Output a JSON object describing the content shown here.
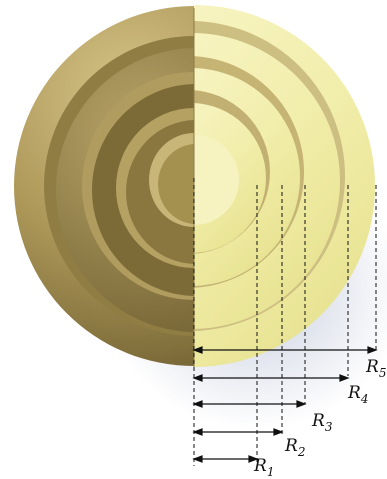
{
  "figure": {
    "labels": {
      "r1": {
        "letter": "R",
        "sub": "1"
      },
      "r2": {
        "letter": "R",
        "sub": "2"
      },
      "r3": {
        "letter": "R",
        "sub": "3"
      },
      "r4": {
        "letter": "R",
        "sub": "4"
      },
      "r5": {
        "letter": "R",
        "sub": "5"
      }
    },
    "colors": {
      "outer_shell": "#a28f52",
      "cut_face_light": "#f3f0b8",
      "inner_shading": "#7d6c3a",
      "line": "#111111"
    },
    "shell_count": 5
  }
}
